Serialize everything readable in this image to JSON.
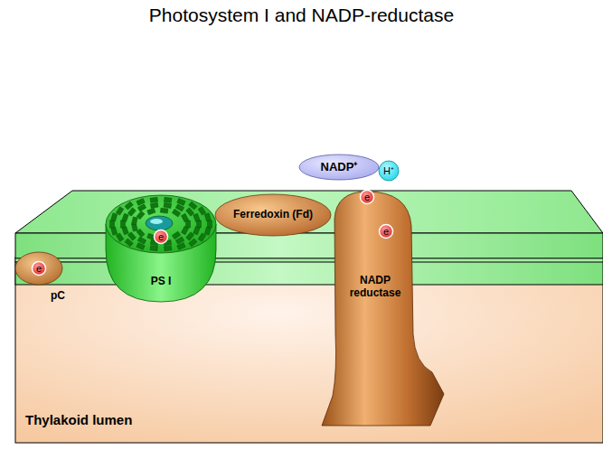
{
  "diagram": {
    "title": "Photosystem I and NADP-reductase",
    "nodes": [
      {
        "text": [
          "pC"
        ]
      },
      {
        "text": [
          "e"
        ],
        "in": 0
      },
      {
        "text": [
          "PS I"
        ]
      },
      {
        "text": [
          "e"
        ],
        "in": 2
      },
      {
        "text": [
          "Ferredoxin (Fd)"
        ]
      },
      {
        "text": [
          "NADP⁺"
        ]
      },
      {
        "text": [
          "H⁺"
        ]
      },
      {
        "text": [
          "NADP reductase"
        ]
      },
      {
        "text": [
          "e"
        ],
        "in": 7
      },
      {
        "text": [
          "e"
        ],
        "in": 7
      }
    ],
    "labels": [
      "Thylakoid lumen"
    ]
  }
}
